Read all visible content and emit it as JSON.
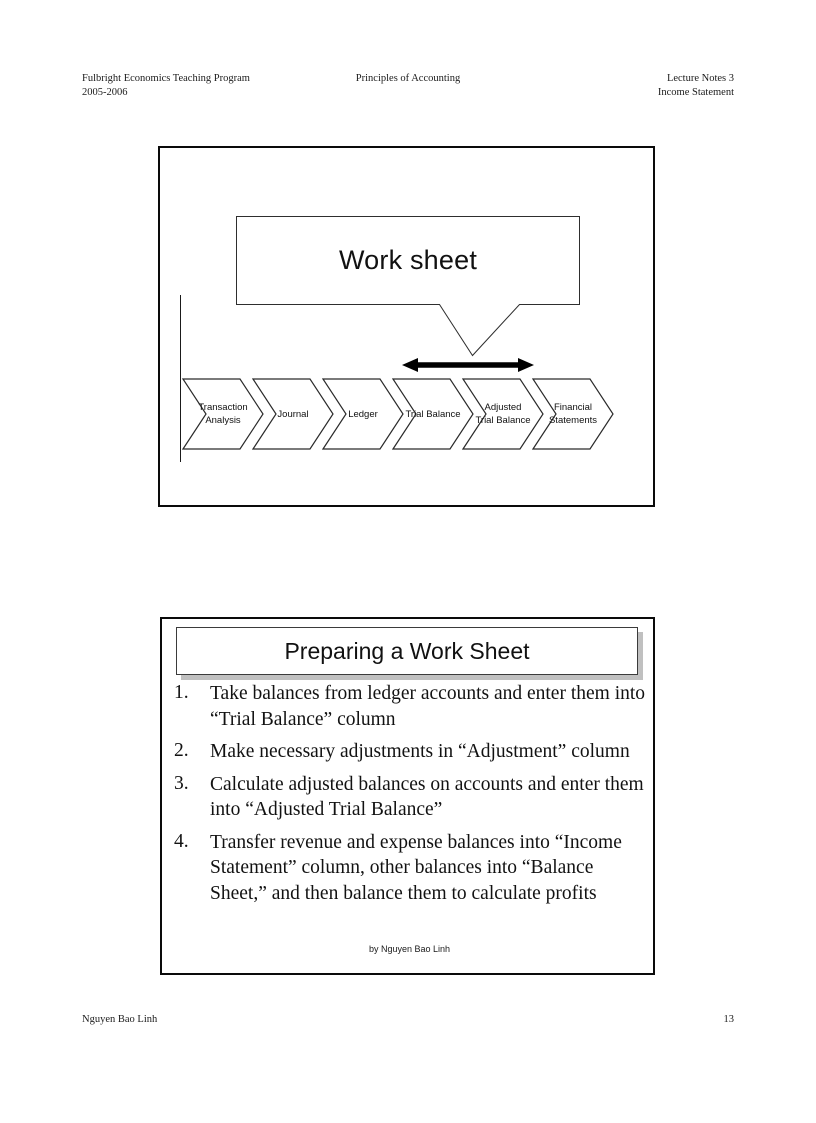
{
  "header": {
    "left_line1": "Fulbright Economics Teaching Program",
    "left_line2": "2005-2006",
    "center": "Principles of Accounting",
    "right_line1": "Lecture Notes 3",
    "right_line2": "Income Statement"
  },
  "slide_flow": {
    "callout_label": "Work sheet",
    "steps": [
      {
        "line1": "Transaction",
        "line2": "Analysis"
      },
      {
        "line1": "Journal",
        "line2": ""
      },
      {
        "line1": "Ledger",
        "line2": ""
      },
      {
        "line1": "Trial Balance",
        "line2": ""
      },
      {
        "line1": "Adjusted",
        "line2": "Trial Balance"
      },
      {
        "line1": "Financial",
        "line2": "Statements"
      }
    ]
  },
  "slide_steps": {
    "title": "Preparing a Work Sheet",
    "items": [
      {
        "number": "1.",
        "text": "Take balances from ledger accounts and enter them into “Trial Balance” column"
      },
      {
        "number": "2.",
        "text": "Make necessary adjustments in “Adjustment” column"
      },
      {
        "number": "3.",
        "text": "Calculate adjusted balances on accounts and enter them into “Adjusted Trial Balance”"
      },
      {
        "number": "4.",
        "text": "Transfer revenue and expense balances into “Income Statement” column, other balances into “Balance Sheet,” and then balance them to calculate profits"
      }
    ],
    "credit": "by Nguyen Bao Linh"
  },
  "footer": {
    "author": "Nguyen Bao Linh",
    "page_number": "13"
  },
  "colors": {
    "ink": "#111111",
    "slide_border": "#0a0a0a",
    "shadow": "#8d8d8d"
  }
}
